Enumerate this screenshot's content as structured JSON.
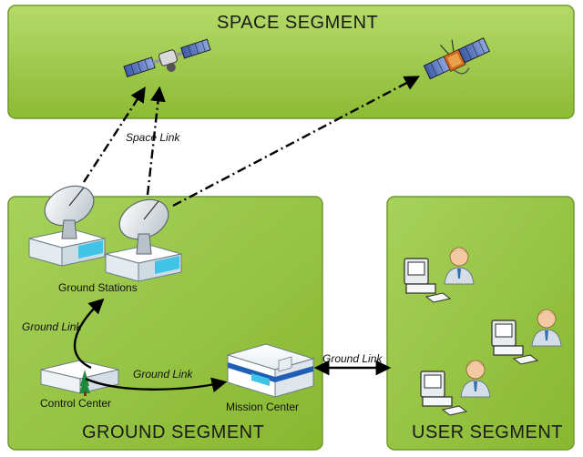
{
  "segments": {
    "space": "SPACE SEGMENT",
    "ground": "GROUND SEGMENT",
    "user": "USER SEGMENT"
  },
  "nodes": {
    "ground_stations": "Ground Stations",
    "control_center": "Control Center",
    "mission_center": "Mission Center"
  },
  "links": {
    "space_link": "Space Link",
    "ground_link_1": "Ground Link",
    "ground_link_2": "Ground Link",
    "ground_link_3": "Ground Link"
  },
  "colors": {
    "panel_fill": "#92c03a",
    "panel_fill_light": "#a9d35a",
    "panel_border": "#6f9a2a",
    "building_blue": "#1e5fb5",
    "building_cyan": "#3fc4e8"
  }
}
